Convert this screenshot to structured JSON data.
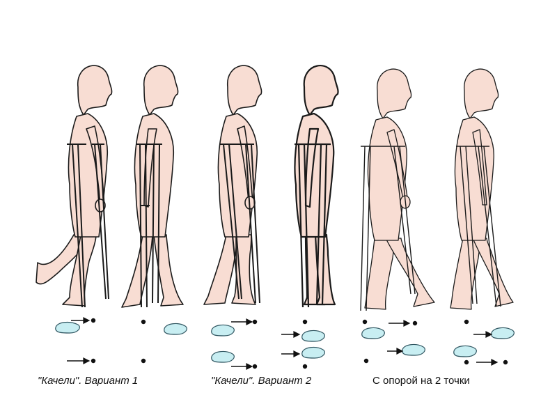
{
  "captions": {
    "swing_1": "\"Качели\". Вариант 1",
    "swing_2": "\"Качели\". Вариант 2",
    "two_point": "С опорой на 2 точки"
  },
  "colors": {
    "skin": "#f8ddd3",
    "outline": "#1a1a1a",
    "footprint": "#c8eef2",
    "footprint_outline": "#2f5560",
    "marker": "#111111"
  },
  "figures": [
    {
      "name": "walker-1",
      "pose": "crutches forward, right leg swinging back"
    },
    {
      "name": "walker-2",
      "pose": "standing with crutches"
    },
    {
      "name": "walker-3",
      "pose": "crutches forward, stepping"
    },
    {
      "name": "walker-4",
      "pose": "upright with crutches"
    },
    {
      "name": "walker-5",
      "pose": "striding with crutch support"
    },
    {
      "name": "walker-6",
      "pose": "striding with crutch support"
    }
  ]
}
